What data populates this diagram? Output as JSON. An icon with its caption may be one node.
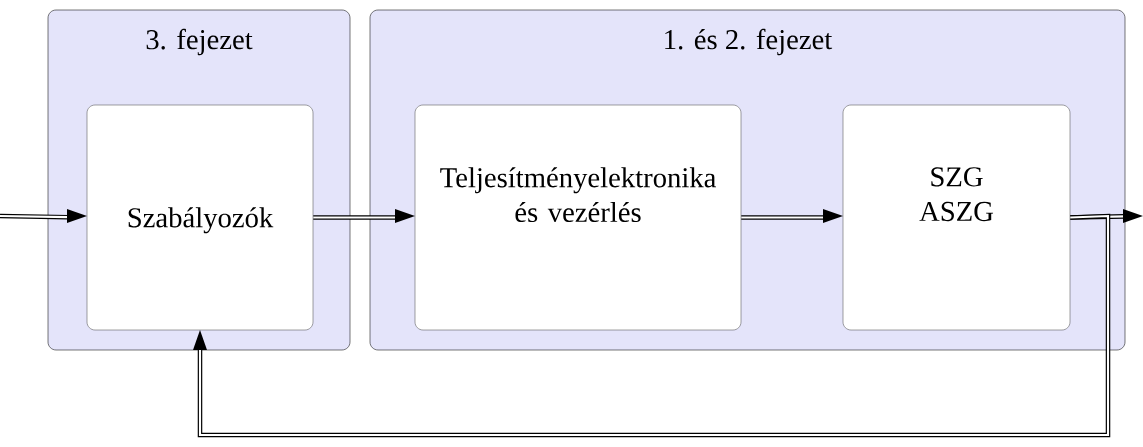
{
  "diagram": {
    "nodes": [
      {
        "text": [
          "3. fejezet"
        ]
      },
      {
        "text": [
          "Szabályozók"
        ],
        "in": 0
      },
      {
        "text": [
          "1. és 2. fejezet"
        ]
      },
      {
        "text": [
          "Teljesítményelektronika és vezérlés"
        ],
        "in": 2
      },
      {
        "text": [
          "SZG ASZG"
        ],
        "in": 2
      }
    ],
    "edges": [
      {
        "from": null,
        "to": 1,
        "arrow": "to"
      },
      {
        "from": 1,
        "to": 3,
        "arrow": "to"
      },
      {
        "from": 3,
        "to": 4,
        "arrow": "to"
      },
      {
        "from": 4,
        "to": null,
        "arrow": "to"
      },
      {
        "from": 4,
        "to": 1,
        "arrow": "to"
      }
    ]
  }
}
